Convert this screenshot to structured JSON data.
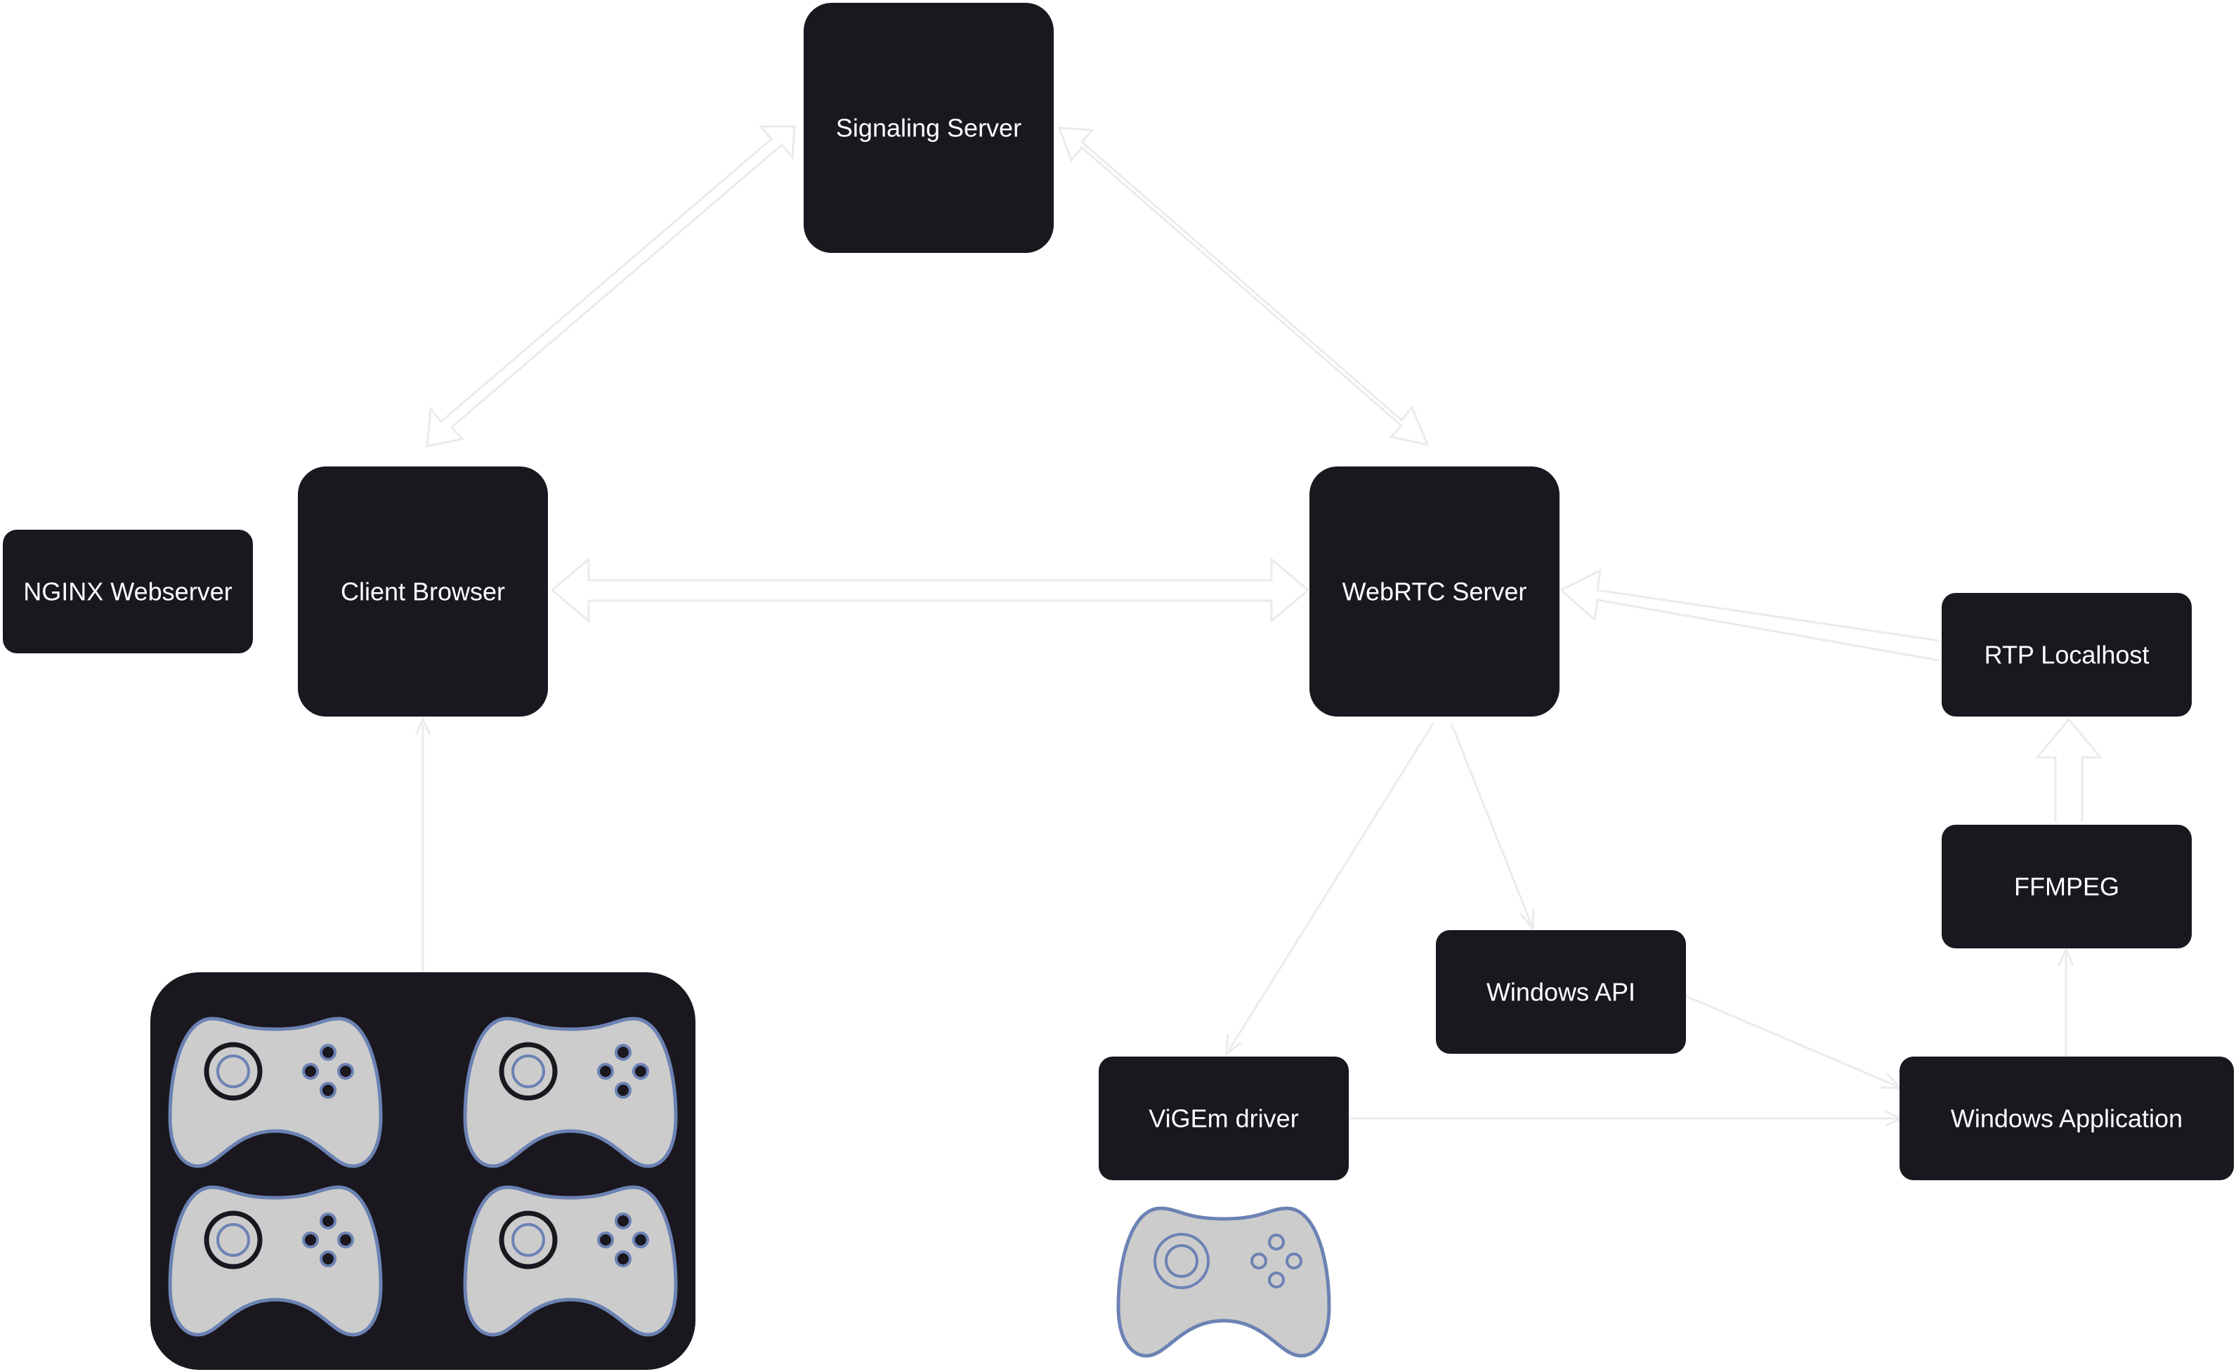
{
  "nodes": {
    "signaling_server": "Signaling Server",
    "nginx_webserver": "NGINX Webserver",
    "client_browser": "Client Browser",
    "webrtc_server": "WebRTC Server",
    "rtp_localhost": "RTP Localhost",
    "ffmpeg": "FFMPEG",
    "windows_api": "Windows API",
    "vigem_driver": "ViGEm driver",
    "windows_application": "Windows Application"
  },
  "icons": {
    "controller_group": "four-gamepads-icon",
    "virtual_controller": "gamepad-icon"
  },
  "colors": {
    "node_fill": "#1a171f",
    "node_text": "#ffffff",
    "connector": "#ebebeb",
    "gamepad_fill": "#cccccc",
    "gamepad_outline": "#6c82b4"
  }
}
